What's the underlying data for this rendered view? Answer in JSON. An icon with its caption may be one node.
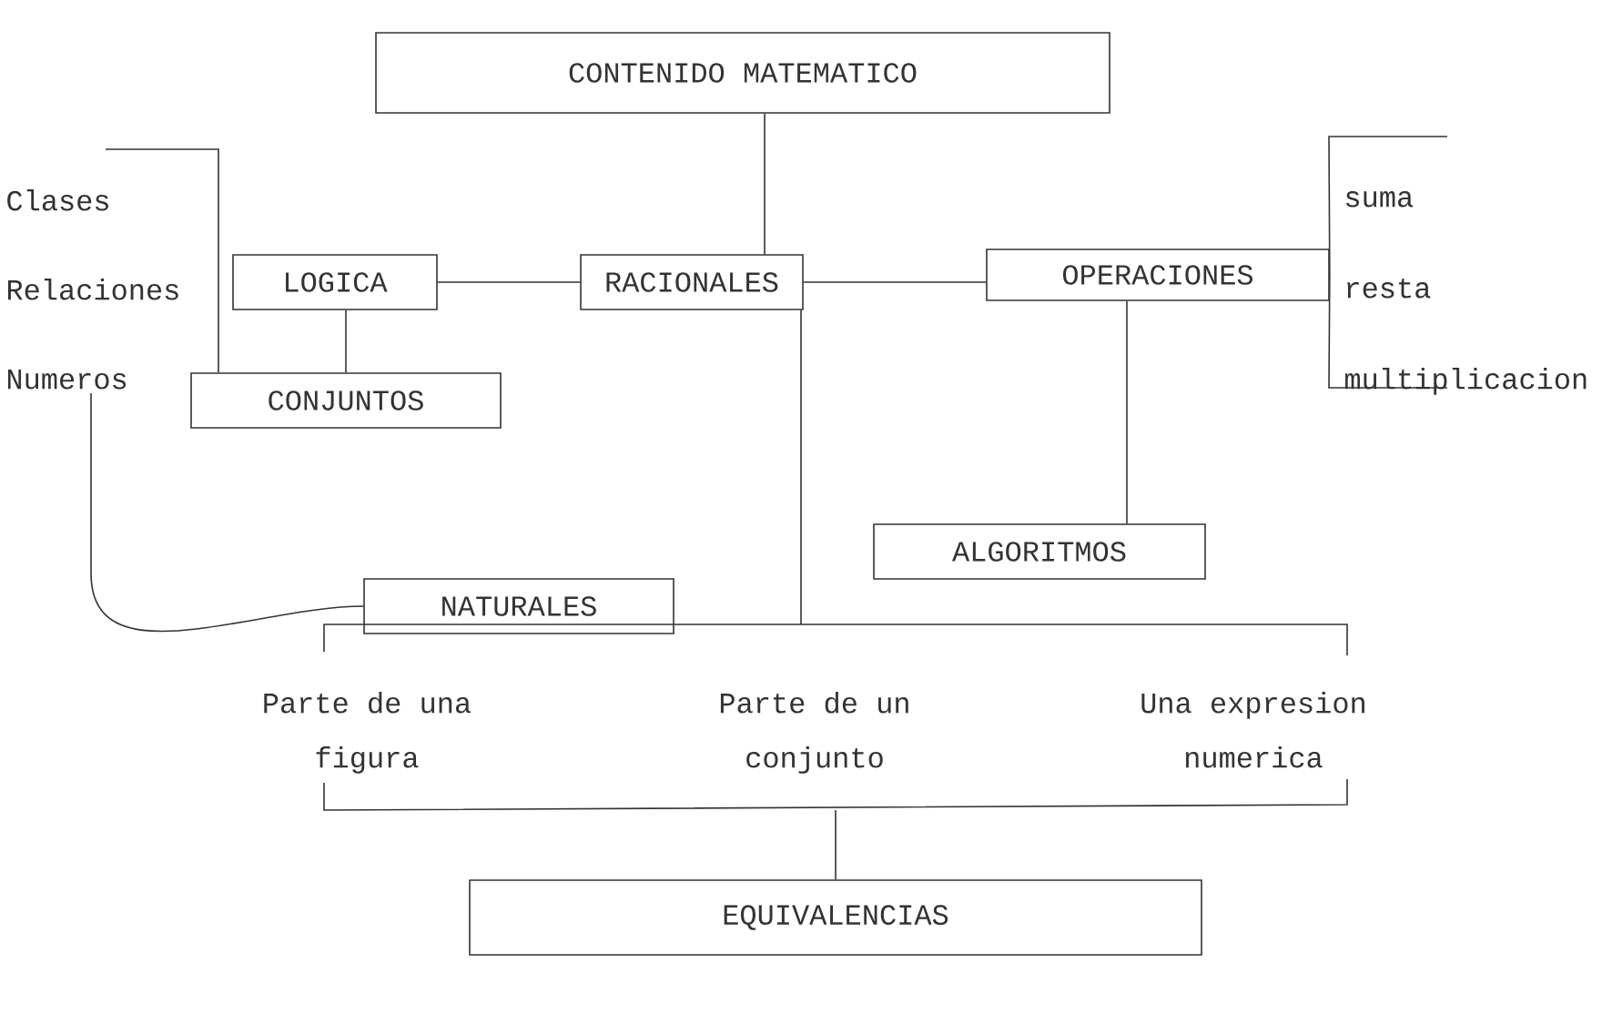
{
  "diagram": {
    "nodes": [
      {
        "text": [
          "CONTENIDO MATEMATICO"
        ]
      },
      {
        "text": [
          "Clases",
          "Relaciones",
          "Numeros"
        ]
      },
      {
        "text": [
          "LOGICA"
        ]
      },
      {
        "text": [
          "RACIONALES"
        ]
      },
      {
        "text": [
          "OPERACIONES"
        ]
      },
      {
        "text": [
          "suma",
          "resta",
          "multiplicacion"
        ]
      },
      {
        "text": [
          "CONJUNTOS"
        ]
      },
      {
        "text": [
          "NATURALES"
        ]
      },
      {
        "text": [
          "ALGORITMOS"
        ]
      },
      {
        "text": [
          "Parte de una figura",
          "Parte de un conjunto",
          "Una expresion numerica"
        ]
      },
      {
        "text": [
          "EQUIVALENCIAS"
        ]
      }
    ],
    "edges": [
      {
        "from": 0,
        "to": 3,
        "arrow": "none"
      },
      {
        "from": 2,
        "to": 3,
        "arrow": "none"
      },
      {
        "from": 3,
        "to": 4,
        "arrow": "none"
      },
      {
        "from": 2,
        "to": 6,
        "arrow": "none"
      },
      {
        "from": 1,
        "to": 6,
        "arrow": "none"
      },
      {
        "from": 1,
        "to": 7,
        "arrow": "none"
      },
      {
        "from": 4,
        "to": 5,
        "arrow": "none"
      },
      {
        "from": 4,
        "to": 8,
        "arrow": "none"
      },
      {
        "from": 3,
        "to": 9,
        "arrow": "none"
      },
      {
        "from": 9,
        "to": 10,
        "arrow": "none"
      }
    ]
  }
}
